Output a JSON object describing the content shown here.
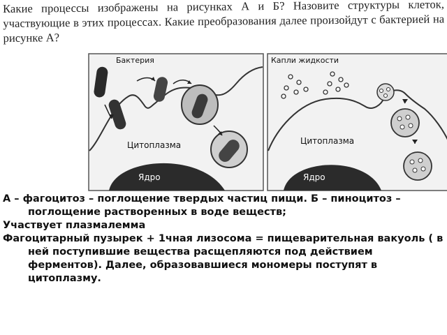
{
  "question": "Какие процессы изображены на рисунках А и Б? Назовите структуры клеток, участвующие в этих процессах. Какие преобразования далее произойдут с бактерией на рисунке А?",
  "figure": {
    "left": {
      "bacteria_label": "Бактерия",
      "cytoplasm_label": "Цитоплазма",
      "nucleus_label": "Ядро"
    },
    "right": {
      "droplets_label": "Капли жидкости",
      "cytoplasm_label": "Цитоплазма",
      "nucleus_label": "Ядро"
    }
  },
  "answer": {
    "line1": "А – фагоцитоз – поглощение твердых частиц пищи. Б – пиноцитоз – поглощение растворенных в воде веществ;",
    "line2": "Участвует плазмалемма",
    "line3": "Фагоцитарный пузырек + 1чная лизосома = пищеварительная вакуоль ( в ней поступившие вещества расщепляются под действием ферментов). Далее, образовавшиеся мономеры поступят в цитоплазму."
  }
}
